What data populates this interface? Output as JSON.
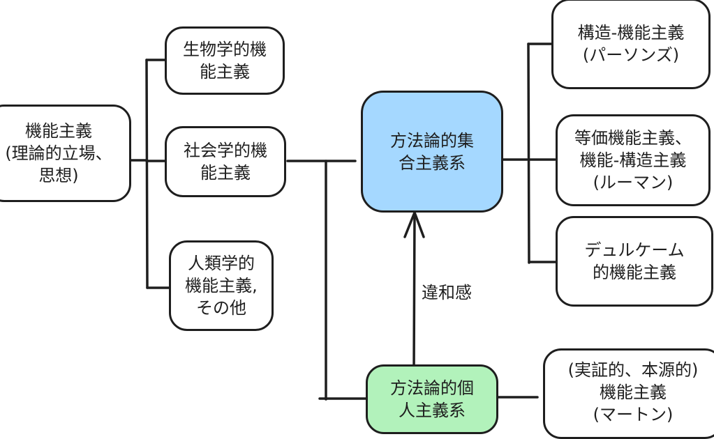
{
  "diagram": {
    "nodes": {
      "root": {
        "lines": [
          "機能主義",
          "(理論的立場、",
          "思想)"
        ]
      },
      "biological": {
        "lines": [
          "生物学的機",
          "能主義"
        ]
      },
      "sociological": {
        "lines": [
          "社会学的機",
          "能主義"
        ]
      },
      "anthropological": {
        "lines": [
          "人類学的",
          "機能主義,",
          "その他"
        ]
      },
      "collectivism": {
        "lines": [
          "方法論的集",
          "合主義系"
        ],
        "fill": "#a5d8ff"
      },
      "individualism": {
        "lines": [
          "方法論的個",
          "人主義系"
        ],
        "fill": "#b2f2bb"
      },
      "parsons": {
        "lines": [
          "構造-機能主義",
          "(パーソンズ)"
        ]
      },
      "luhmann": {
        "lines": [
          "等価機能主義、",
          "機能-構造主義",
          "(ルーマン)"
        ]
      },
      "durkheim": {
        "lines": [
          "デュルケーム",
          "的機能主義"
        ]
      },
      "merton": {
        "lines": [
          "(実証的、本源的)",
          "機能主義",
          "(マートン)"
        ]
      }
    },
    "edge_labels": {
      "discomfort": "違和感"
    }
  }
}
